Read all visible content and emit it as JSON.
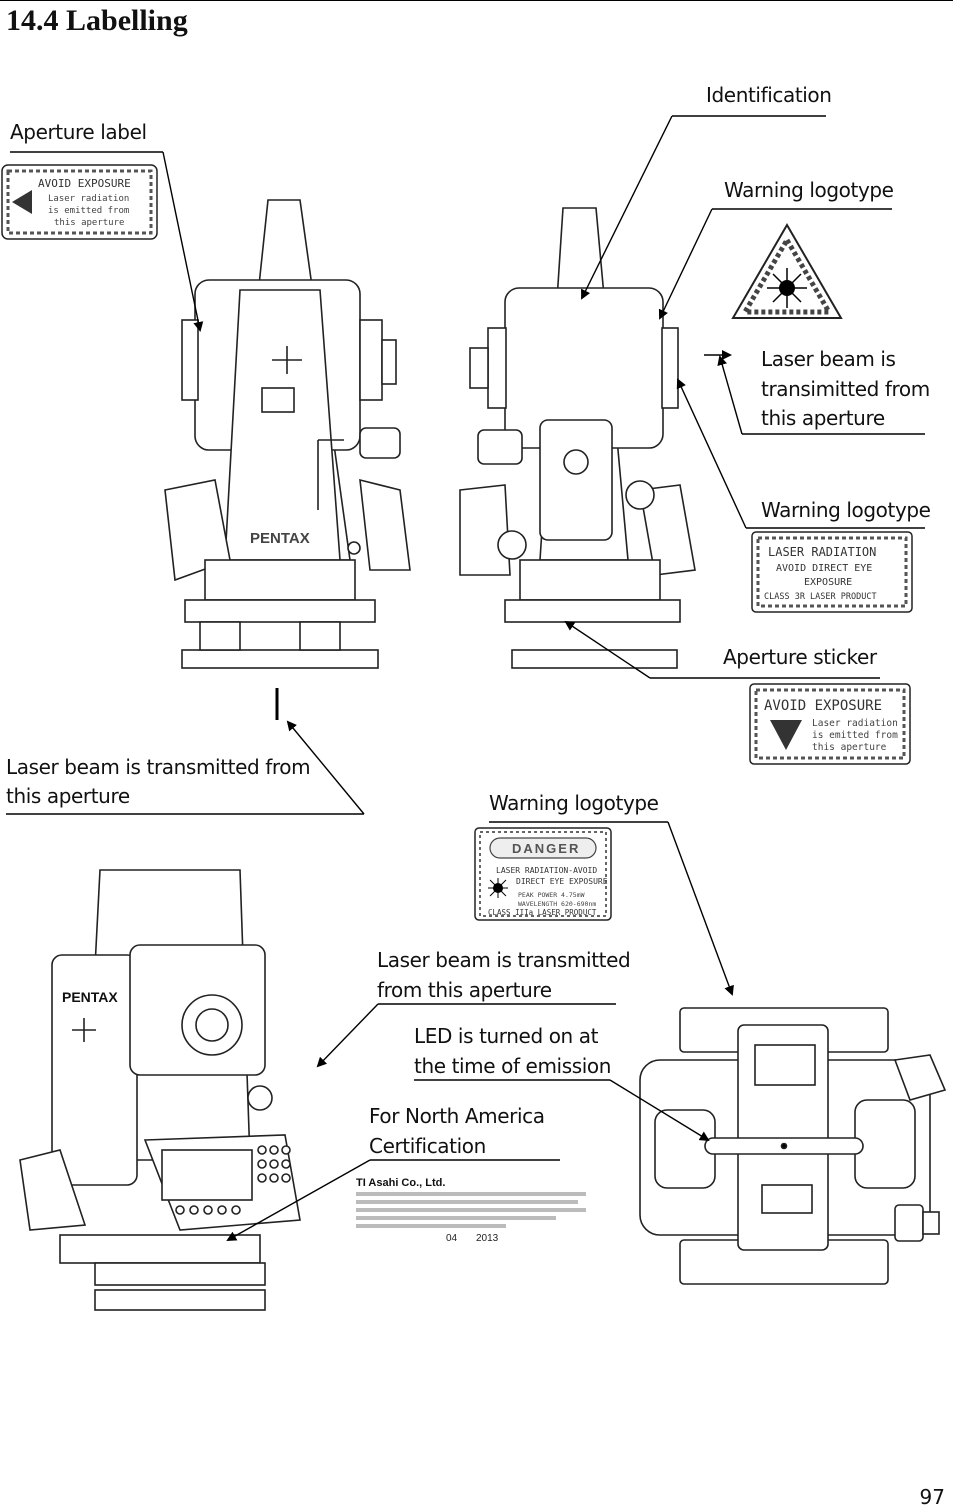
{
  "section": {
    "title": "14.4 Labelling"
  },
  "callouts": {
    "identification": "Identification",
    "aperture_label": "Aperture label",
    "warning_logotype_1": "Warning logotype",
    "laser_beam_right_1": "Laser beam is",
    "laser_beam_right_2": "transimitted from",
    "laser_beam_right_3": "this aperture",
    "warning_logotype_2": "Warning logotype",
    "aperture_sticker": "Aperture sticker",
    "laser_beam_left_1": "Laser beam is transmitted from",
    "laser_beam_left_2": "this aperture",
    "warning_logotype_3": "Warning logotype",
    "laser_beam_mid_1": "Laser beam is transmitted",
    "laser_beam_mid_2": "from this aperture",
    "led_1": "LED is turned on at",
    "led_2": "the time of emission",
    "na_cert_1": "For North America",
    "na_cert_2": "Certification"
  },
  "labels": {
    "aperture_label": [
      "AVOID EXPOSURE",
      "Laser radiation",
      "is emitted from",
      "this aperture"
    ],
    "warning_class": [
      "LASER RADIATION",
      "AVOID DIRECT EYE",
      "EXPOSURE",
      "CLASS 3R LASER PRODUCT"
    ],
    "aperture_sticker": [
      "AVOID EXPOSURE",
      "Laser radiation",
      "is emitted from",
      "this aperture"
    ],
    "danger": [
      "DANGER",
      "LASER RADIATION-AVOID",
      "DIRECT EYE EXPOSURE",
      "PEAK POWER",
      "4.75mW",
      "WAVELENGTH",
      "620-690nm",
      "CLASS IIIa LASER PRODUCT"
    ],
    "certification": [
      "TI Asahi Co., Ltd.",
      "04",
      "2013"
    ]
  },
  "brand": {
    "logo": "PENTAX"
  },
  "page_number": "97"
}
